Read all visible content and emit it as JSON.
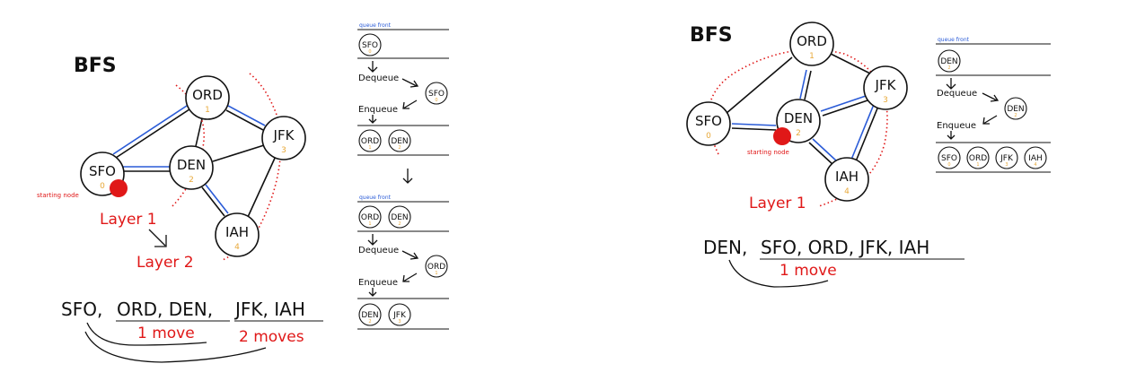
{
  "left": {
    "title": "BFS",
    "nodes": {
      "sfo": {
        "label": "SFO",
        "number": "0"
      },
      "ord": {
        "label": "ORD",
        "number": "1"
      },
      "den": {
        "label": "DEN",
        "number": "2"
      },
      "jfk": {
        "label": "JFK",
        "number": "3"
      },
      "iah": {
        "label": "IAH",
        "number": "4"
      }
    },
    "starting_node_label": "starting node",
    "layer1_label": "Layer 1",
    "layer2_label": "Layer 2",
    "order": {
      "first": "SFO,",
      "layer1": "ORD, DEN,",
      "layer2": "JFK, IAH",
      "move1": "1 move",
      "move2": "2 moves"
    },
    "queue": {
      "block1": {
        "front_label": "queue front",
        "top": [
          {
            "label": "SFO",
            "number": "0"
          }
        ],
        "dequeue_label": "Dequeue",
        "dequeued": {
          "label": "SFO",
          "number": "0"
        },
        "enqueue_label": "Enqueue",
        "bottom": [
          {
            "label": "ORD",
            "number": "1"
          },
          {
            "label": "DEN",
            "number": "2"
          }
        ]
      },
      "block2": {
        "front_label": "queue front",
        "top": [
          {
            "label": "ORD",
            "number": "1"
          },
          {
            "label": "DEN",
            "number": "2"
          }
        ],
        "dequeue_label": "Dequeue",
        "dequeued": {
          "label": "ORD",
          "number": "1"
        },
        "enqueue_label": "Enqueue",
        "bottom": [
          {
            "label": "DEN",
            "number": "2"
          },
          {
            "label": "JFK",
            "number": "3"
          }
        ]
      }
    }
  },
  "right": {
    "title": "BFS",
    "nodes": {
      "sfo": {
        "label": "SFO",
        "number": "0"
      },
      "ord": {
        "label": "ORD",
        "number": "1"
      },
      "den": {
        "label": "DEN",
        "number": "2"
      },
      "jfk": {
        "label": "JFK",
        "number": "3"
      },
      "iah": {
        "label": "IAH",
        "number": "4"
      }
    },
    "starting_node_label": "starting node",
    "layer1_label": "Layer 1",
    "order": {
      "first": "DEN,",
      "layer1": "SFO, ORD, JFK, IAH",
      "move1": "1 move"
    },
    "queue": {
      "front_label": "queue front",
      "top": [
        {
          "label": "DEN",
          "number": "2"
        }
      ],
      "dequeue_label": "Dequeue",
      "dequeued": {
        "label": "DEN",
        "number": "2"
      },
      "enqueue_label": "Enqueue",
      "bottom": [
        {
          "label": "SFO",
          "number": "0"
        },
        {
          "label": "ORD",
          "number": "1"
        },
        {
          "label": "JFK",
          "number": "3"
        },
        {
          "label": "IAH",
          "number": "4"
        }
      ]
    }
  },
  "colors": {
    "ink": "#111111",
    "highlight_edge": "#2a5bd7",
    "accent_red": "#e01818",
    "node_number": "#e8a93a"
  }
}
